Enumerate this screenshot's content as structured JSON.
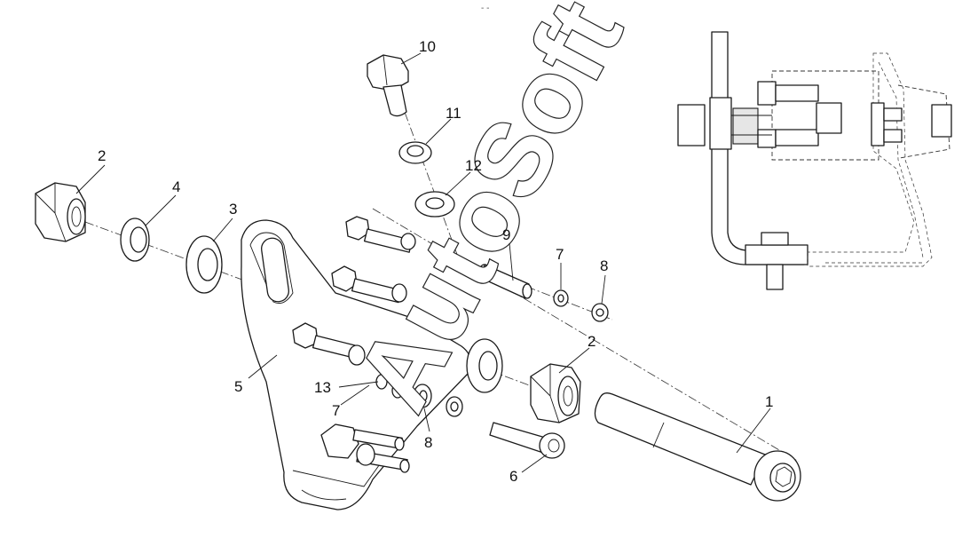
{
  "diagram": {
    "callouts": [
      {
        "id": "c1",
        "text": "1"
      },
      {
        "id": "c2a",
        "text": "2"
      },
      {
        "id": "c2b",
        "text": "2"
      },
      {
        "id": "c3",
        "text": "3"
      },
      {
        "id": "c4",
        "text": "4"
      },
      {
        "id": "c5",
        "text": "5"
      },
      {
        "id": "c6",
        "text": "6"
      },
      {
        "id": "c7a",
        "text": "7"
      },
      {
        "id": "c7b",
        "text": "7"
      },
      {
        "id": "c8a",
        "text": "8"
      },
      {
        "id": "c8b",
        "text": "8"
      },
      {
        "id": "c9",
        "text": "9"
      },
      {
        "id": "c10",
        "text": "10"
      },
      {
        "id": "c11",
        "text": "11"
      },
      {
        "id": "c12",
        "text": "12"
      },
      {
        "id": "c13",
        "text": "13"
      }
    ],
    "watermark": "AutoSoft",
    "line_color": "#1a1a1a",
    "background": "#ffffff"
  }
}
